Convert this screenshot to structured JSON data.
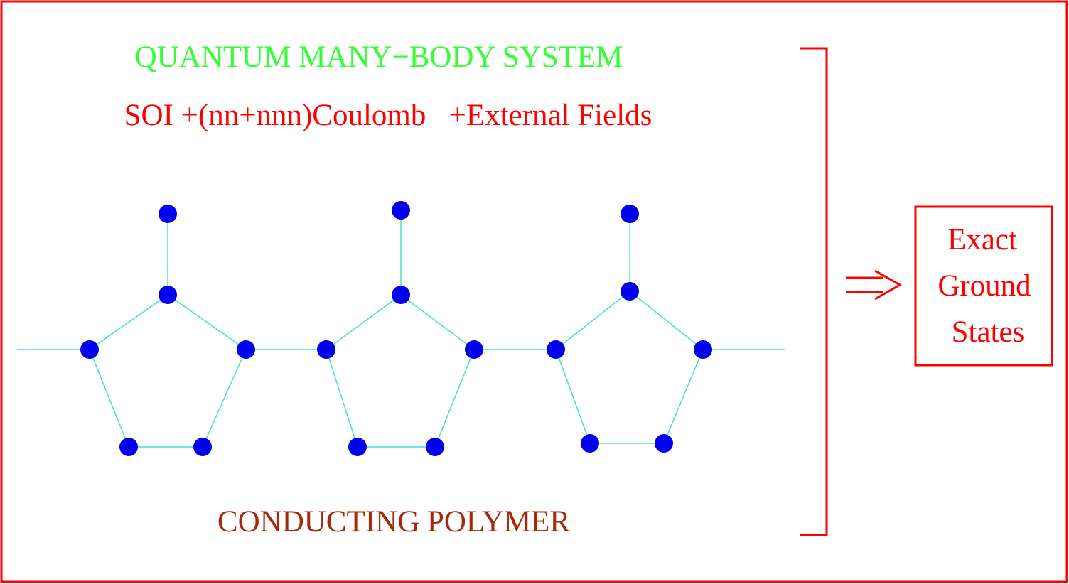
{
  "title": "QUANTUM MANY−BODY SYSTEM",
  "subtitle": "SOI +(nn+nnn)Coulomb   +External Fields",
  "caption": "CONDUCTING POLYMER",
  "arrow": "⇒",
  "result": {
    "line1": "Exact",
    "line2": "Ground",
    "line3": "States"
  },
  "colors": {
    "frame": "#ff0000",
    "title": "#33ff33",
    "subtitle": "#ff0000",
    "caption": "#a52a0a",
    "bond": "#40e0d0",
    "atom": "#0000ee",
    "result": "#ff0000"
  }
}
